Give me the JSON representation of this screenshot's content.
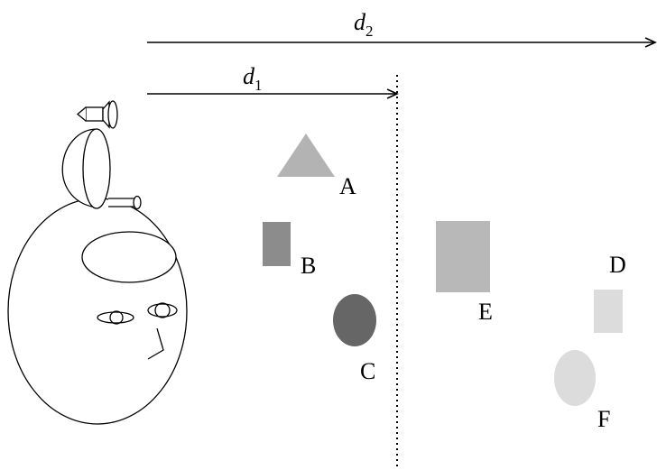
{
  "distances": {
    "d1": {
      "symbol": "d",
      "subscript": "1"
    },
    "d2": {
      "symbol": "d",
      "subscript": "2"
    }
  },
  "objects": [
    {
      "label": "A",
      "shape": "triangle",
      "color": "#b3b3b3"
    },
    {
      "label": "B",
      "shape": "rectangle",
      "color": "#8c8c8c"
    },
    {
      "label": "C",
      "shape": "ellipse",
      "color": "#666666"
    },
    {
      "label": "D",
      "shape": "rectangle",
      "color": "#dcdcdc"
    },
    {
      "label": "E",
      "shape": "rectangle",
      "color": "#b8b8b8"
    },
    {
      "label": "F",
      "shape": "ellipse",
      "color": "#dcdcdc"
    }
  ],
  "observer": {
    "icon": "head-with-camera-icon"
  },
  "boundary": {
    "style": "dotted"
  }
}
